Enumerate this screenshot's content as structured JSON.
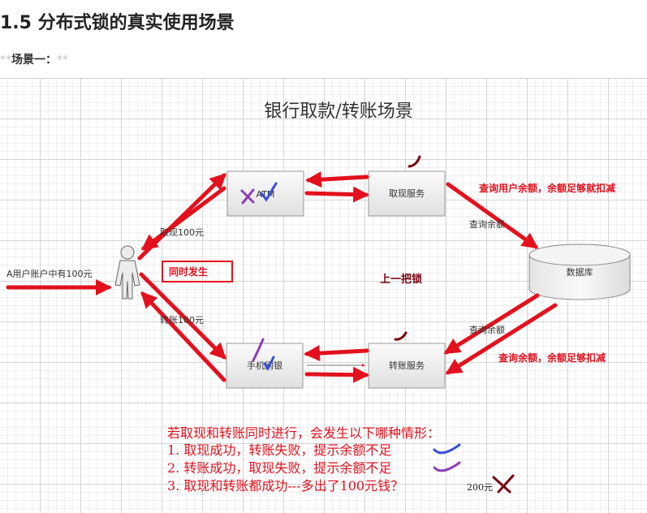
{
  "heading": "1.5 分布式锁的真实使用场景",
  "subheading": {
    "md_prefix": "**",
    "text": "场景一：",
    "md_suffix": "**"
  },
  "diagram": {
    "title": "银行取款/转账场景",
    "user_label": "A用户账户中有100元",
    "atm_label": "ATM",
    "mobile_label": "手机网银",
    "withdraw_service": "取现服务",
    "transfer_service": "转账服务",
    "database": "数据库",
    "withdraw_amount": "取现100元",
    "transfer_amount": "转账100元",
    "simultaneous": "同时发生",
    "lock": "上一把锁",
    "query_top": "查询余额",
    "query_bottom": "查询余额",
    "note_top": "查询用户余额，余额足够就扣减",
    "note_bottom": "查询余额，余额足够扣减",
    "question": "若取现和转账同时进行，会发生以下哪种情形：",
    "option1": "1. 取现成功，转账失败，提示余额不足",
    "option2": "2. 转账成功，取现失败，提示余额不足",
    "option3": "3. 取现和转账都成功---多出了100元钱？",
    "extra_note": "200元"
  },
  "colors": {
    "arrow": "#e3111d",
    "check_blue": "#3a4fd8",
    "check_purple": "#8e3fb5",
    "dark_red": "#7a0010"
  }
}
